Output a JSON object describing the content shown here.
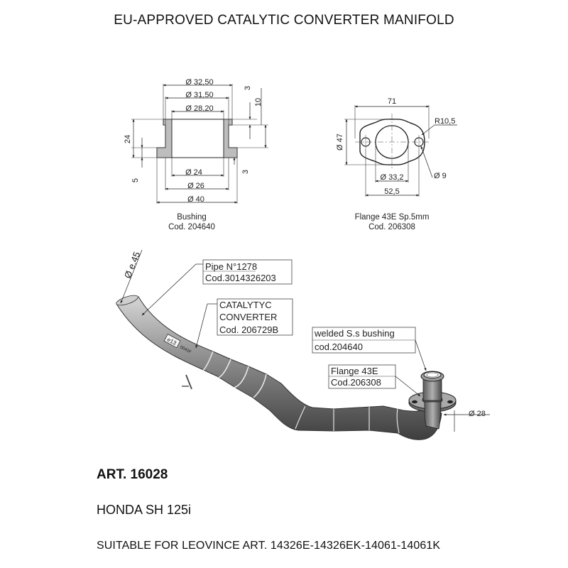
{
  "title": "EU-APPROVED CATALYTIC CONVERTER MANIFOLD",
  "bushing": {
    "caption_name": "Bushing",
    "caption_code": "Cod. 204640",
    "dims": {
      "d1": "Ø 32,50",
      "d2": "Ø 31,50",
      "d3": "Ø 28,20",
      "d4": "Ø 24",
      "d5": "Ø 26",
      "d6": "Ø 40",
      "h_total": "24",
      "h_base": "5",
      "top_3": "3",
      "top_10": "10",
      "bottom_3": "3"
    }
  },
  "flange": {
    "caption_name": "Flange 43E Sp.5mm",
    "caption_code": "Cod. 206308",
    "dims": {
      "width": "71",
      "radius": "R10,5",
      "height": "Ø 47",
      "inner": "Ø 33,2",
      "spacing": "52,5",
      "hole": "Ø 9"
    }
  },
  "assembly": {
    "pipe_dia": "Ø e.45",
    "pipe_label_1": "Pipe N°1278",
    "pipe_label_2": "Cod.3014326203",
    "cat_label_1": "CATALYTYC",
    "cat_label_2": "CONVERTER",
    "cat_label_3": "Cod. 206729B",
    "bushing_label_1": "welded S.s bushing",
    "bushing_label_2": "cod.204640",
    "flange_label_1": "Flange 43E",
    "flange_label_2": "Cod.206308",
    "outlet_dia": "Ø 28",
    "stamp_e": "e13",
    "stamp_code": "0043F"
  },
  "article": "ART. 16028",
  "model": "HONDA SH 125i",
  "suitable": "SUITABLE FOR LEOVINCE ART. 14326E-14326EK-14061-14061K"
}
